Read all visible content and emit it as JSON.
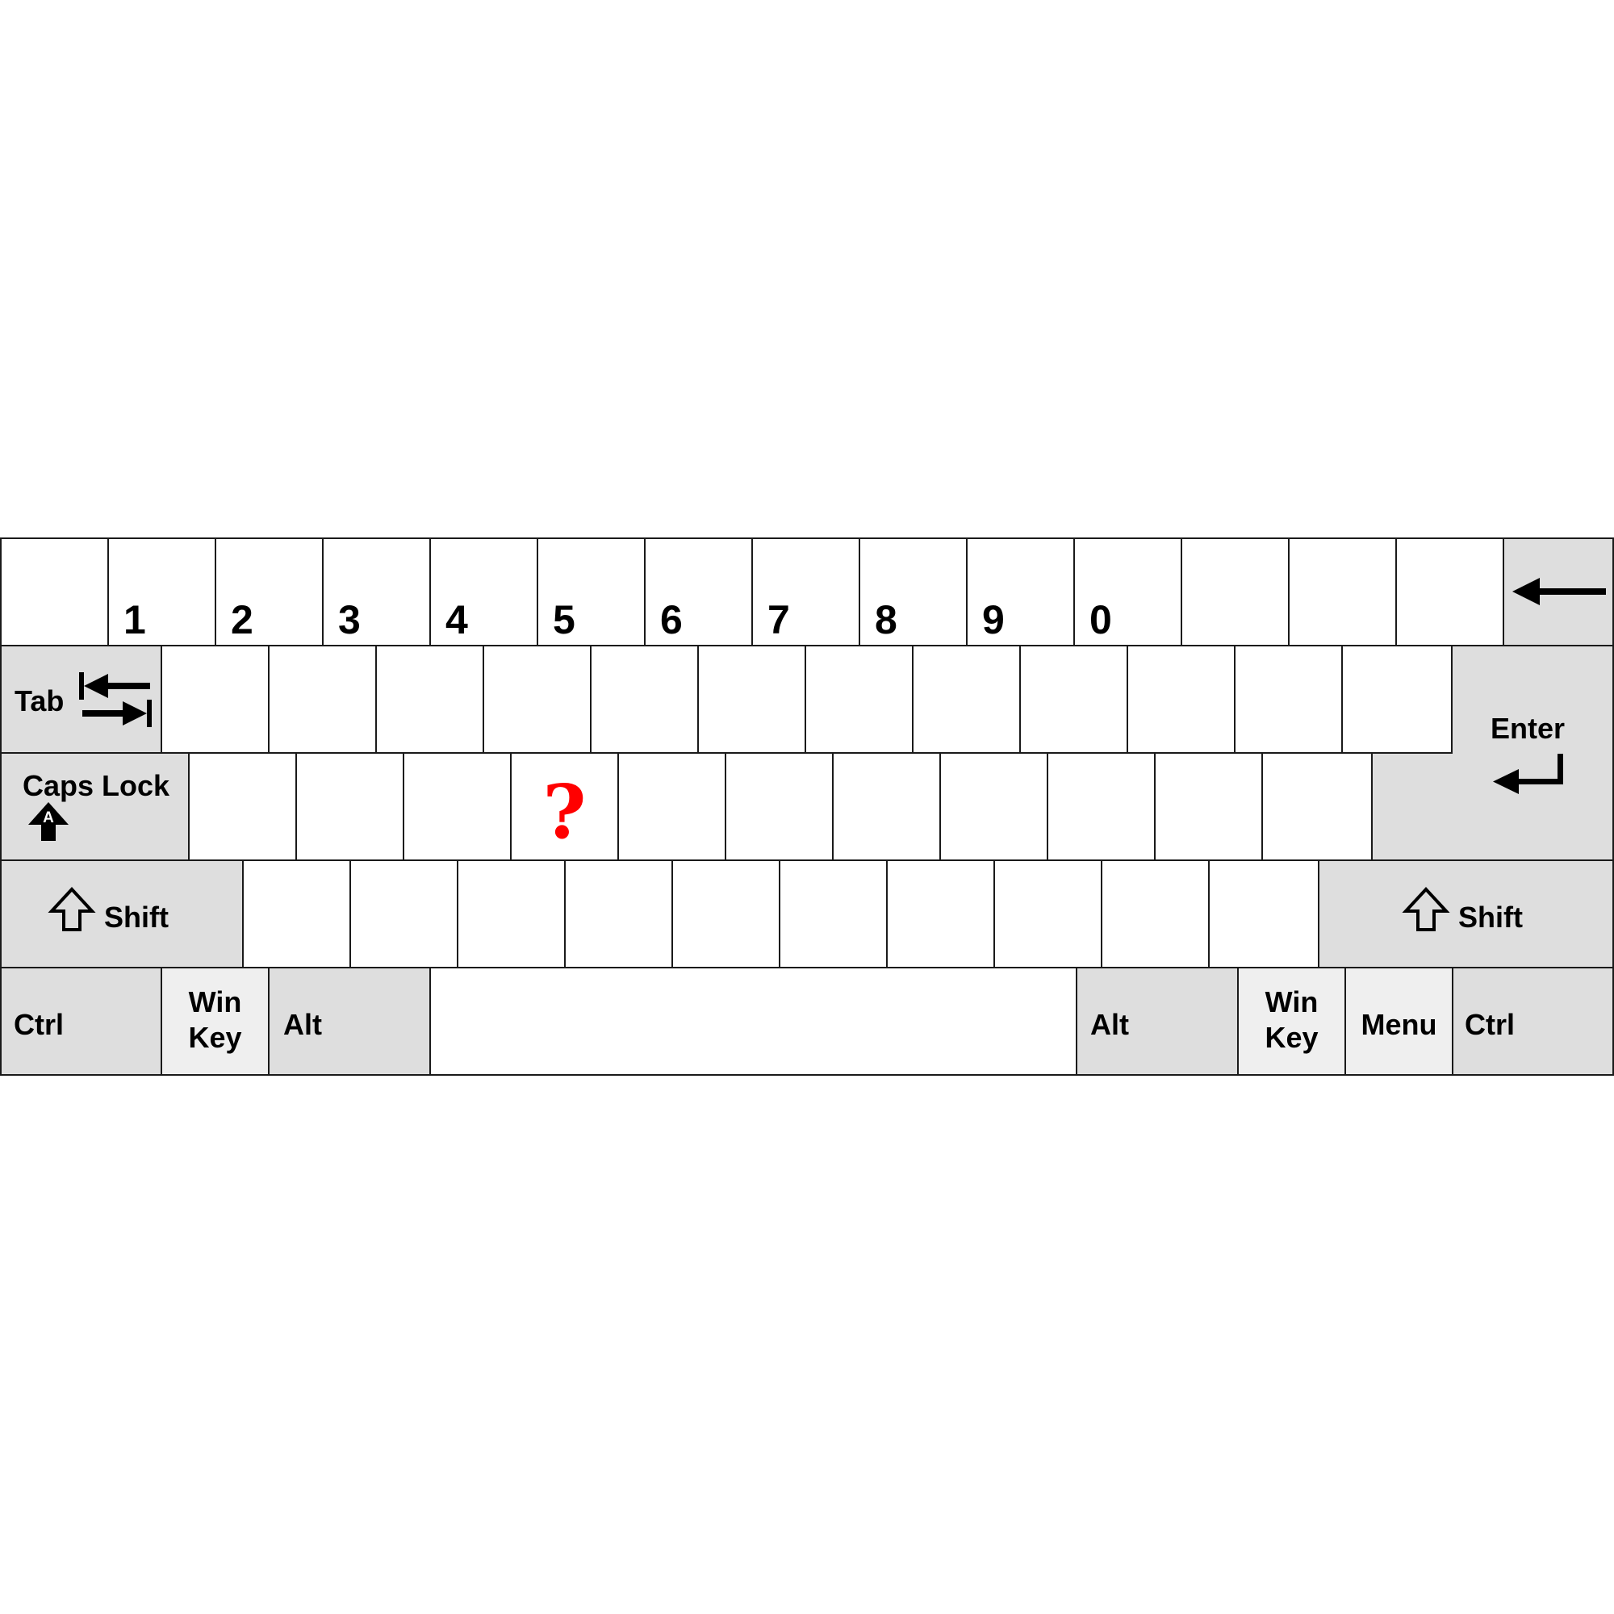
{
  "keyboard": {
    "number_row": [
      "1",
      "2",
      "3",
      "4",
      "5",
      "6",
      "7",
      "8",
      "9",
      "0"
    ],
    "tab": {
      "label": "Tab",
      "icon": "tab-arrows-icon"
    },
    "enter": {
      "label": "Enter",
      "icon": "return-arrow-icon"
    },
    "caps_lock": {
      "label": "Caps Lock",
      "icon": "caps-lock-arrow-icon",
      "icon_letter": "A"
    },
    "backspace": {
      "icon": "left-arrow-icon"
    },
    "shift_left": {
      "label": "Shift",
      "icon": "shift-up-arrow-icon"
    },
    "shift_right": {
      "label": "Shift",
      "icon": "shift-up-arrow-icon"
    },
    "ctrl_left": {
      "label": "Ctrl"
    },
    "win_left": {
      "label": "Win\nKey"
    },
    "alt_left": {
      "label": "Alt"
    },
    "alt_right": {
      "label": "Alt"
    },
    "win_right": {
      "label": "Win\nKey"
    },
    "menu": {
      "label": "Menu"
    },
    "ctrl_right": {
      "label": "Ctrl"
    },
    "highlight": {
      "label": "?",
      "color": "#ff0000"
    }
  },
  "colors": {
    "key_fill": "#ffffff",
    "modifier_fill": "#dedede",
    "win_menu_fill": "#efefef",
    "border": "#1a1a1a"
  }
}
